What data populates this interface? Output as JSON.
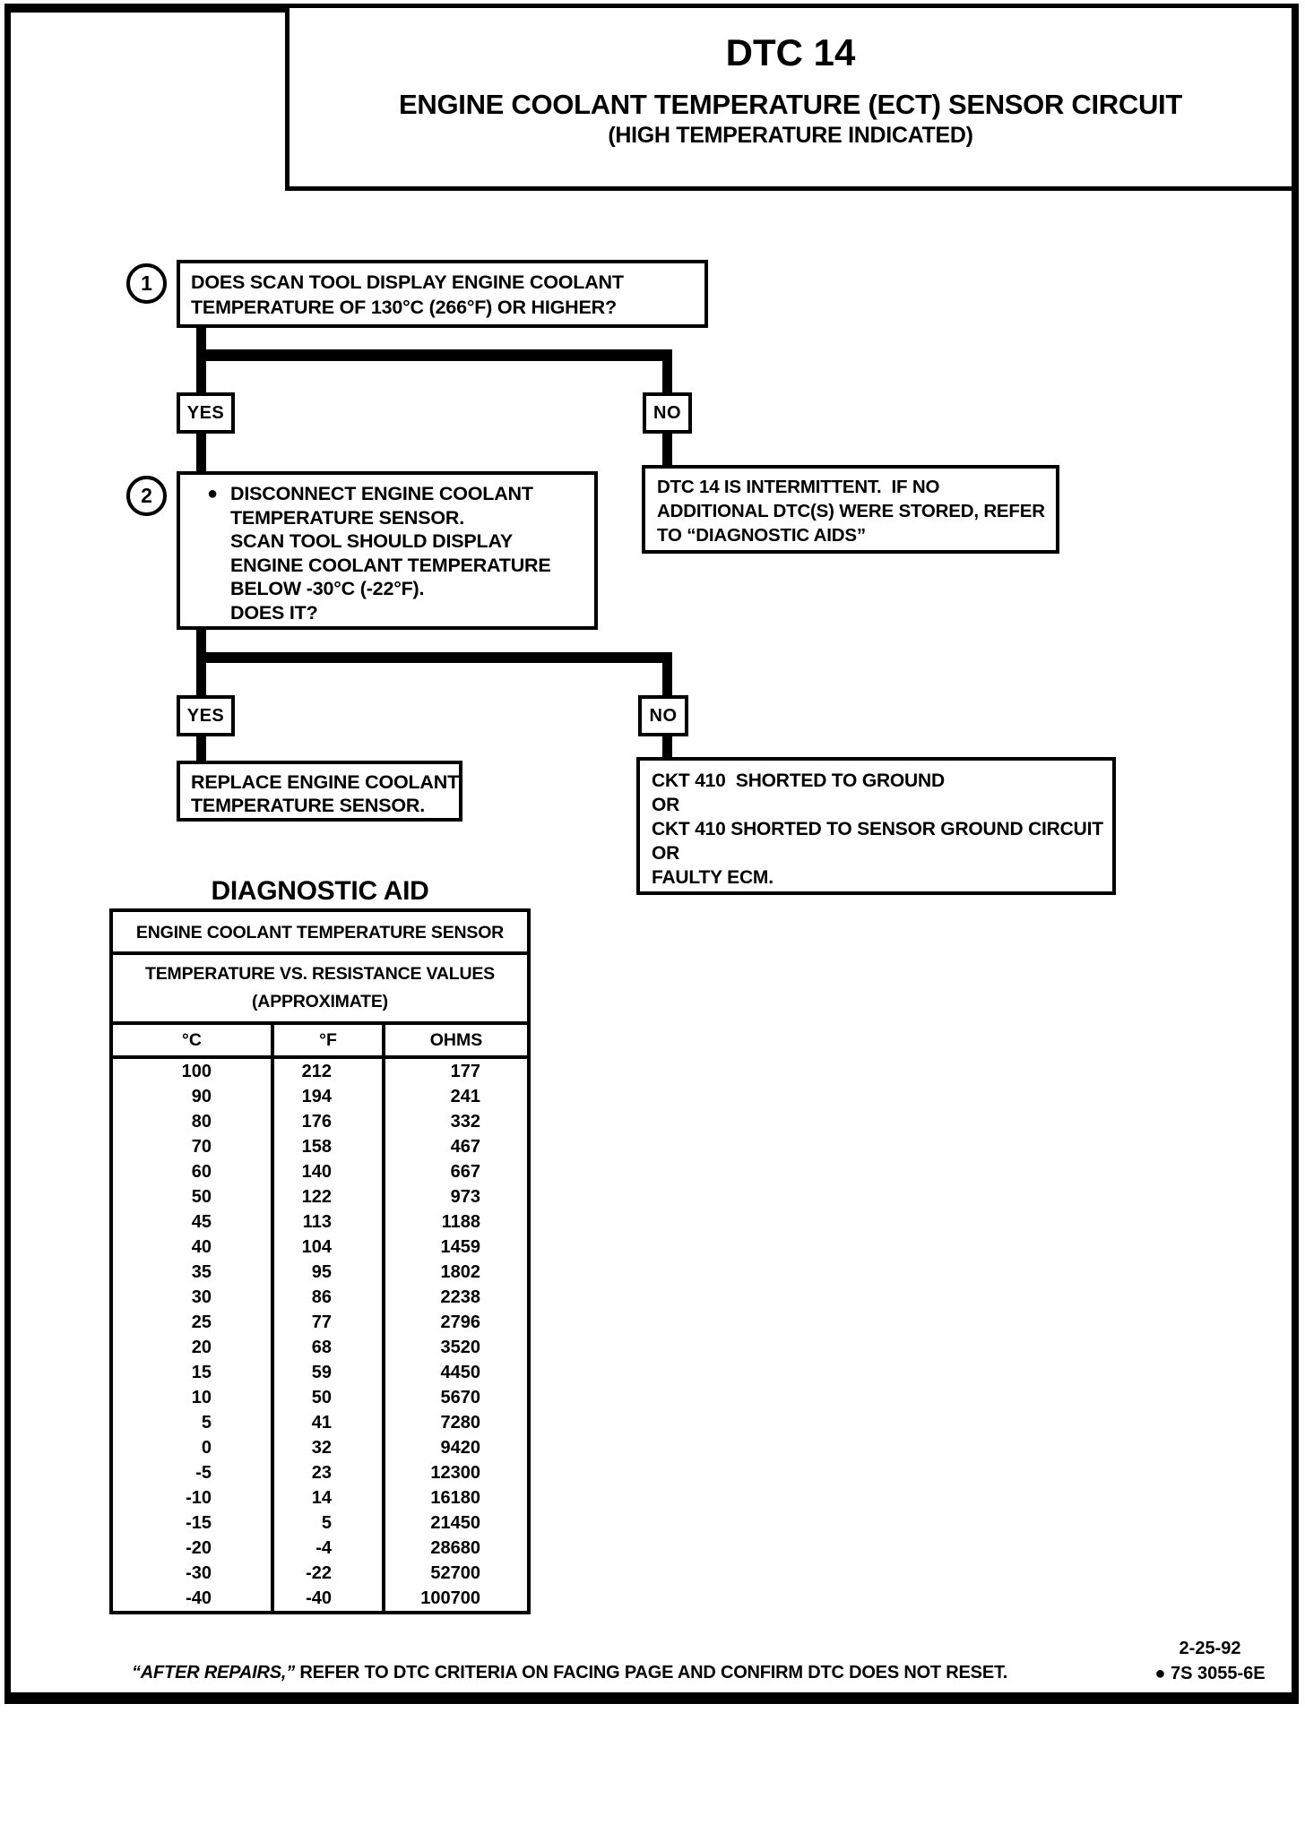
{
  "header": {
    "dtc_code": "DTC 14",
    "title": "ENGINE COOLANT TEMPERATURE (ECT) SENSOR CIRCUIT",
    "subtitle": "(HIGH TEMPERATURE INDICATED)"
  },
  "flowchart": {
    "step1": {
      "number": "1",
      "lines": [
        "DOES SCAN TOOL DISPLAY ENGINE COOLANT",
        "TEMPERATURE OF 130°C (266°F) OR HIGHER?"
      ]
    },
    "branch1": {
      "yes": "YES",
      "no": "NO"
    },
    "step2": {
      "number": "2",
      "bullet": "●",
      "lines": [
        "DISCONNECT ENGINE COOLANT",
        "TEMPERATURE SENSOR.",
        "SCAN TOOL SHOULD DISPLAY",
        "ENGINE COOLANT TEMPERATURE",
        "BELOW -30°C (-22°F).",
        "DOES IT?"
      ]
    },
    "intermittent_box": {
      "lines": [
        "DTC 14 IS INTERMITTENT.  IF NO",
        "ADDITIONAL DTC(S) WERE STORED, REFER",
        "TO “DIAGNOSTIC AIDS”"
      ]
    },
    "branch2": {
      "yes": "YES",
      "no": "NO"
    },
    "replace_box": {
      "lines": [
        "REPLACE ENGINE COOLANT",
        "TEMPERATURE SENSOR."
      ]
    },
    "ckt_box": {
      "lines": [
        "CKT 410  SHORTED TO GROUND",
        "OR",
        "CKT 410 SHORTED TO SENSOR GROUND CIRCUIT",
        "OR",
        "FAULTY ECM."
      ]
    }
  },
  "diagnostic_aid": {
    "heading": "DIAGNOSTIC AID",
    "table": {
      "title": "ENGINE COOLANT TEMPERATURE SENSOR",
      "subtitle_lines": [
        "TEMPERATURE VS. RESISTANCE VALUES",
        "(APPROXIMATE)"
      ],
      "columns": [
        "°C",
        "°F",
        "OHMS"
      ],
      "rows": [
        [
          100,
          212,
          177
        ],
        [
          90,
          194,
          241
        ],
        [
          80,
          176,
          332
        ],
        [
          70,
          158,
          467
        ],
        [
          60,
          140,
          667
        ],
        [
          50,
          122,
          973
        ],
        [
          45,
          113,
          1188
        ],
        [
          40,
          104,
          1459
        ],
        [
          35,
          95,
          1802
        ],
        [
          30,
          86,
          2238
        ],
        [
          25,
          77,
          2796
        ],
        [
          20,
          68,
          3520
        ],
        [
          15,
          59,
          4450
        ],
        [
          10,
          50,
          5670
        ],
        [
          5,
          41,
          7280
        ],
        [
          0,
          32,
          9420
        ],
        [
          -5,
          23,
          12300
        ],
        [
          -10,
          14,
          16180
        ],
        [
          -15,
          5,
          21450
        ],
        [
          -20,
          -4,
          28680
        ],
        [
          -30,
          -22,
          52700
        ],
        [
          -40,
          -40,
          100700
        ]
      ]
    }
  },
  "footer": {
    "note_italic": "“AFTER REPAIRS,”",
    "note_rest": " REFER TO DTC CRITERIA ON FACING PAGE AND CONFIRM DTC DOES NOT RESET.",
    "date": "2-25-92",
    "doc_ref": "● 7S 3055-6E"
  }
}
